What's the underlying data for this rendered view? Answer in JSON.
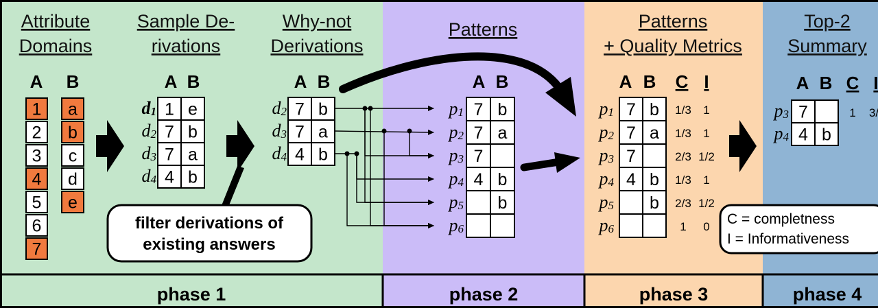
{
  "headers": {
    "attr_line1": "Attribute",
    "attr_line2": "Domains",
    "sample_line1": "Sample De-",
    "sample_line2": "rivations",
    "whynot_line1": "Why-not",
    "whynot_line2": "Derivations",
    "patterns": "Patterns",
    "pq_line1": "Patterns",
    "pq_line2": "+ Quality Metrics",
    "top2_line1": "Top-2",
    "top2_line2": "Summary"
  },
  "columns": {
    "a": "A",
    "b": "B",
    "c": "C",
    "i": "I"
  },
  "domains": {
    "a": [
      "1",
      "2",
      "3",
      "4",
      "5",
      "6",
      "7"
    ],
    "a_highlight": [
      true,
      false,
      false,
      true,
      false,
      false,
      true
    ],
    "b": [
      "a",
      "b",
      "c",
      "d",
      "e"
    ],
    "b_highlight": [
      true,
      true,
      false,
      false,
      true
    ]
  },
  "sample": [
    {
      "label": "d",
      "sub": "1",
      "a": "1",
      "b": "e",
      "highlight": true
    },
    {
      "label": "d",
      "sub": "2",
      "a": "7",
      "b": "b",
      "highlight": false
    },
    {
      "label": "d",
      "sub": "3",
      "a": "7",
      "b": "a",
      "highlight": false
    },
    {
      "label": "d",
      "sub": "4",
      "a": "4",
      "b": "b",
      "highlight": false
    }
  ],
  "whynot": [
    {
      "label": "d",
      "sub": "2",
      "a": "7",
      "b": "b"
    },
    {
      "label": "d",
      "sub": "3",
      "a": "7",
      "b": "a"
    },
    {
      "label": "d",
      "sub": "4",
      "a": "4",
      "b": "b"
    }
  ],
  "patterns": [
    {
      "label": "p",
      "sub": "1",
      "a": "7",
      "b": "b"
    },
    {
      "label": "p",
      "sub": "2",
      "a": "7",
      "b": "a"
    },
    {
      "label": "p",
      "sub": "3",
      "a": "7",
      "b": ""
    },
    {
      "label": "p",
      "sub": "4",
      "a": "4",
      "b": "b"
    },
    {
      "label": "p",
      "sub": "5",
      "a": "",
      "b": "b"
    },
    {
      "label": "p",
      "sub": "6",
      "a": "",
      "b": ""
    }
  ],
  "quality": [
    {
      "label": "p",
      "sub": "1",
      "a": "7",
      "b": "b",
      "c": "1/3",
      "i": "1"
    },
    {
      "label": "p",
      "sub": "2",
      "a": "7",
      "b": "a",
      "c": "1/3",
      "i": "1"
    },
    {
      "label": "p",
      "sub": "3",
      "a": "7",
      "b": "",
      "c": "2/3",
      "i": "1/2"
    },
    {
      "label": "p",
      "sub": "4",
      "a": "4",
      "b": "b",
      "c": "1/3",
      "i": "1"
    },
    {
      "label": "p",
      "sub": "5",
      "a": "",
      "b": "b",
      "c": "2/3",
      "i": "1/2"
    },
    {
      "label": "p",
      "sub": "6",
      "a": "",
      "b": "",
      "c": "1",
      "i": "0"
    }
  ],
  "summary": [
    {
      "label": "p",
      "sub": "3",
      "a": "7",
      "b": "",
      "c": "1",
      "i": "3/"
    },
    {
      "label": "p",
      "sub": "4",
      "a": "4",
      "b": "b",
      "c": "",
      "i": ""
    }
  ],
  "filter_note": {
    "line1": "filter derivations of",
    "line2": "existing answers"
  },
  "legend": {
    "c": "C = completness",
    "i": "I = Informativeness"
  },
  "phases": [
    "phase 1",
    "phase 2",
    "phase 3",
    "phase 4"
  ],
  "colors": {
    "phase1": "#c4e6cb",
    "phase2": "#cbbcf8",
    "phase3": "#fcd6ae",
    "phase4": "#8fb4d4",
    "highlight": "#f07a3e",
    "label_red": "#e4282a"
  }
}
